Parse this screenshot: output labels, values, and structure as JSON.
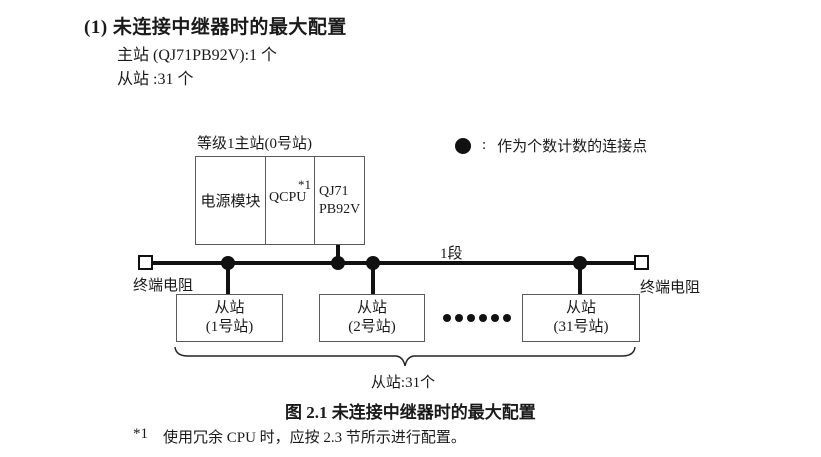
{
  "section": {
    "heading": "(1) 未连接中继器时的最大配置",
    "master_spec": "主站 (QJ71PB92V):1 个",
    "slave_spec": "从站 :31 个"
  },
  "diagram": {
    "master_station_label": "等级1主站(0号站)",
    "modules": {
      "power": "电源模块",
      "cpu": "QCPU",
      "cpu_note": "*1",
      "pb92v_line1": "QJ71",
      "pb92v_line2": "PB92V"
    },
    "legend": {
      "icon": "filled-circle",
      "colon": ":",
      "text": "作为个数计数的连接点"
    },
    "segment_label": "1段",
    "terminator_left": "终端电阻",
    "terminator_right": "终端电阻",
    "slaves": [
      {
        "name": "从站",
        "station": "(1号站)"
      },
      {
        "name": "从站",
        "station": "(2号站)"
      },
      {
        "name": "从站",
        "station": "(31号站)"
      }
    ],
    "ellipsis_count": 6,
    "brace_label": "从站:31个"
  },
  "caption": "图 2.1 未连接中继器时的最大配置",
  "footnote": {
    "marker": "*1",
    "text": "使用冗余 CPU 时，应按 2.3 节所示进行配置。"
  },
  "colors": {
    "text": "#1a1a1a",
    "line": "#111111",
    "box_border": "#5a5a5a",
    "background": "#ffffff"
  }
}
